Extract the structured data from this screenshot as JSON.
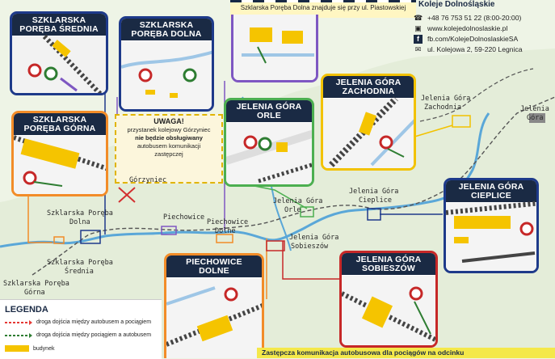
{
  "top_note": "Szklarska Poręba Dolna znajduje się przy ul. Piastowskiej",
  "brand": "Koleje Dolnośląskie",
  "contact": {
    "phone": "+48 76 753 51 22 (8:00-20:00)",
    "web": "www.kolejedolnoslaskie.pl",
    "fb": "fb.com/KolejeDolnoslaskieSA",
    "address": "ul. Kolejowa 2, 59-220 Legnica"
  },
  "cards": {
    "srednia": [
      "SZKLARSKA",
      "PORĘBA ŚREDNIA"
    ],
    "dolna": [
      "SZKLARSKA",
      "PORĘBA DOLNA"
    ],
    "gorna": [
      "SZKLARSKA",
      "PORĘBA GÓRNA"
    ],
    "orle": [
      "JELENIA GÓRA",
      "ORLE"
    ],
    "zachodnia": [
      "JELENIA GÓRA",
      "ZACHODNIA"
    ],
    "cieplice": [
      "JELENIA GÓRA",
      "CIEPLICE"
    ],
    "piechowice": [
      "PIECHOWICE",
      "DOLNE"
    ],
    "sobieszow": [
      "JELENIA GÓRA",
      "SOBIESZÓW"
    ]
  },
  "uwaga": {
    "title": "UWAGA!",
    "line1": "przystanek kolejowy Górzyniec",
    "line2": "nie będzie obsługiwany",
    "line3": "autobusem komunikacji",
    "line4": "zastępczej"
  },
  "map_labels": {
    "gorzyniec": "Górzyniec",
    "sp_dolna_1": "Szklarska Poręba",
    "sp_dolna_2": "Dolna",
    "sp_srednia_1": "Szklarska Poręba",
    "sp_srednia_2": "Średnia",
    "sp_gorna_1": "Szklarska Poręba",
    "sp_gorna_2": "Górna",
    "piechowice": "Piechowice",
    "piech_dolne_1": "Piechowice",
    "piech_dolne_2": "Dolne",
    "jg_orle_1": "Jelenia Góra",
    "jg_orle_2": "Orle",
    "jg_cieplice_1": "Jelenia Góra",
    "jg_cieplice_2": "Cieplice",
    "jg_sob_1": "Jelenia Góra",
    "jg_sob_2": "Sobieszów",
    "jg_zach_1": "Jelenia Góra",
    "jg_zach_2": "Zachodnia",
    "jg_1": "Jelenia",
    "jg_2": "Góra"
  },
  "legend": {
    "title": "LEGENDA",
    "item1": "droga dojścia między autobusem a pociągiem",
    "item2": "droga dojścia między pociągiem a autobusem",
    "item3": "budynek"
  },
  "bottom_note": "Zastępcza komunikacja autobusowa dla pociągów na odcinku",
  "colors": {
    "navy": "#1a2a44",
    "river": "#5aa7d8",
    "bus_route": "#e53935",
    "train_route": "#2e7d32",
    "building": "#f5c400",
    "orle": "#4caf50",
    "dolna": "#7e57c2",
    "srednia": "#1e3a8a",
    "gorna": "#f28c28",
    "zachodnia": "#f2c200",
    "cieplice": "#1e3a8a",
    "sobieszow": "#c62828",
    "piechowice": "#f28c28"
  }
}
